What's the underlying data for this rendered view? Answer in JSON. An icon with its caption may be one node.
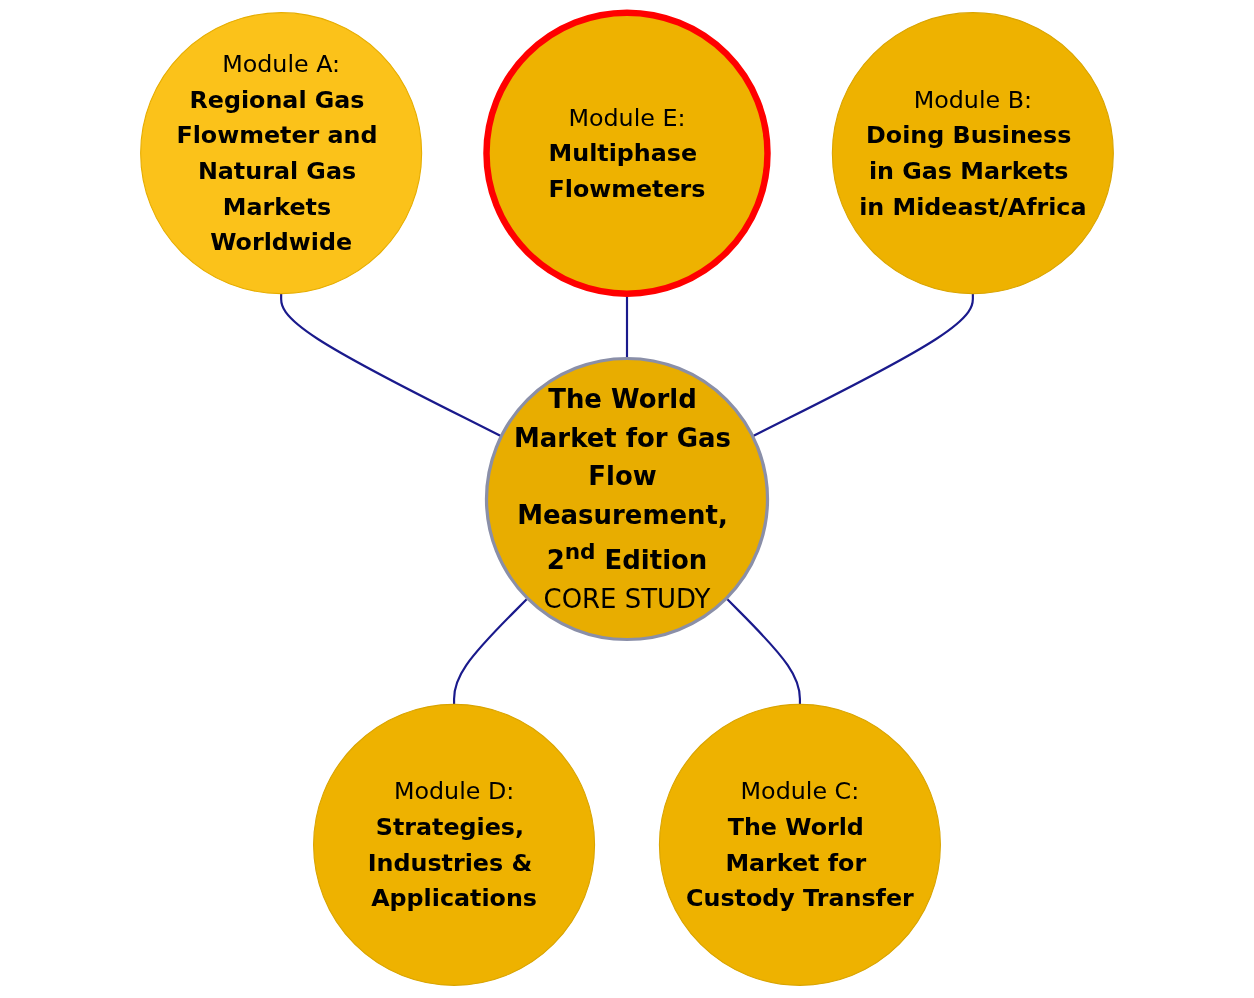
{
  "diagram": {
    "nodes": [
      {
        "text": [
          "Module A:",
          "Regional Gas Flowmeter and Natural Gas Markets Worldwide"
        ]
      },
      {
        "text": [
          "Module E:",
          "Multiphase Flowmeters"
        ]
      },
      {
        "text": [
          "Module B:",
          "Doing Business in Gas Markets in Mideast/Africa"
        ]
      },
      {
        "text": [
          "The World Market for Gas Flow Measurement, 2$^{nd}$ Edition",
          "CORE STUDY"
        ]
      },
      {
        "text": [
          "Module D:",
          "Strategies, Industries & Applications"
        ]
      },
      {
        "text": [
          "Module C:",
          "The World Market for Custody Transfer"
        ]
      }
    ],
    "edges": [
      {
        "from": 0,
        "to": 3,
        "arrow": "none"
      },
      {
        "from": 1,
        "to": 3,
        "arrow": "none"
      },
      {
        "from": 2,
        "to": 3,
        "arrow": "none"
      },
      {
        "from": 3,
        "to": 4,
        "arrow": "none"
      },
      {
        "from": 3,
        "to": 5,
        "arrow": "none"
      }
    ]
  }
}
